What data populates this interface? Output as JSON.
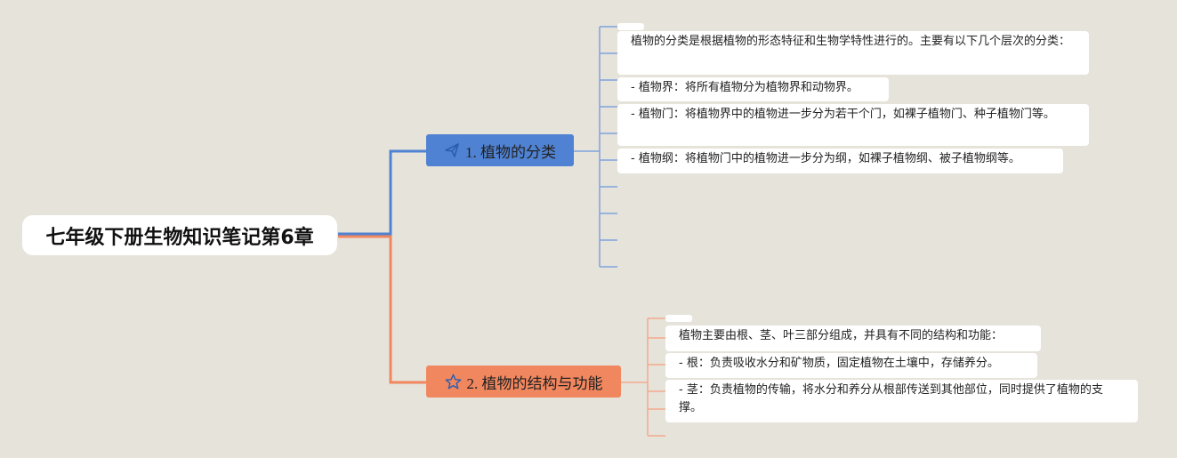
{
  "root": {
    "title": "七年级下册生物知识笔记第6章"
  },
  "branches": [
    {
      "label": "1. 植物的分类",
      "icon": "paper-plane-icon",
      "color": "#4f82d2",
      "items": [
        "植物的分类是根据植物的形态特征和生物学特性进行的。主要有以下几个层次的分类：",
        "- 植物界：将所有植物分为植物界和动物界。",
        "- 植物门：将植物界中的植物进一步分为若干个门，如裸子植物门、种子植物门等。",
        "- 植物纲：将植物门中的植物进一步分为纲，如裸子植物纲、被子植物纲等。"
      ]
    },
    {
      "label": "2. 植物的结构与功能",
      "icon": "star-icon",
      "color": "#f1875f",
      "items": [
        "植物主要由根、茎、叶三部分组成，并具有不同的结构和功能：",
        "- 根：负责吸收水分和矿物质，固定植物在土壤中，存储养分。",
        "- 茎：负责植物的传输，将水分和养分从根部传送到其他部位，同时提供了植物的支撑。"
      ]
    }
  ]
}
